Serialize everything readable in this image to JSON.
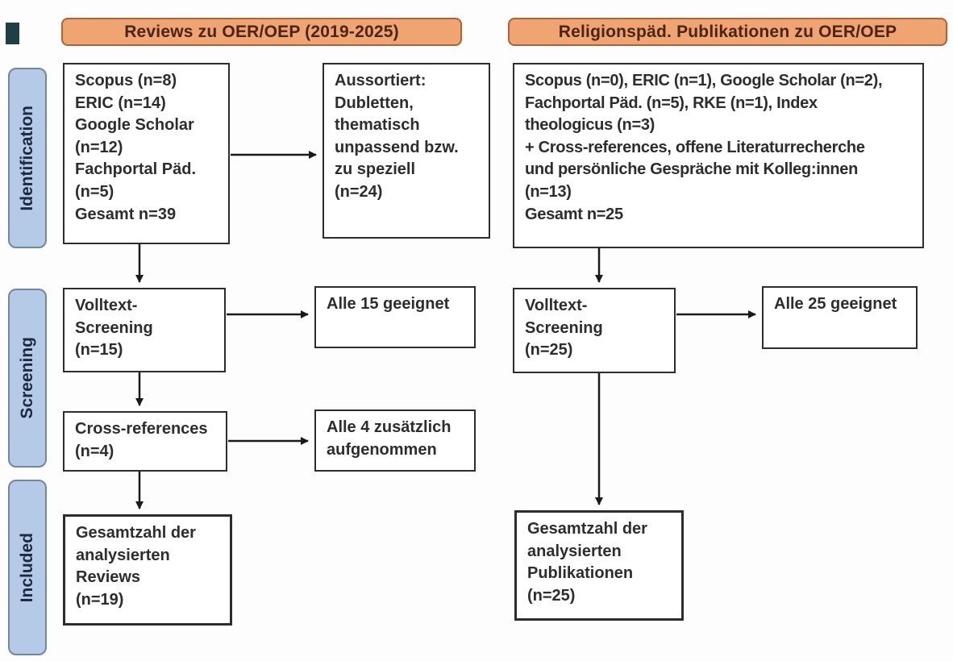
{
  "colors": {
    "header_fill": "#efa471",
    "header_border": "#a8643c",
    "header_text": "#4a2517",
    "stage_fill": "#b5cae7",
    "stage_border": "#70879f",
    "stage_text": "#1c2940",
    "box_border": "#2d2d2d",
    "arrow": "#1a1a1a",
    "corner_mark": "#1c4044"
  },
  "stages": {
    "identification": "Identification",
    "screening": "Screening",
    "included": "Included"
  },
  "columns": {
    "left": {
      "header": "Reviews zu OER/OEP (2019-2025)",
      "identification": "Scopus (n=8)\nERIC (n=14)\nGoogle Scholar\n(n=12)\nFachportal Päd.\n(n=5)\nGesamt n=39",
      "excluded": "Aussortiert:\nDubletten,\nthematisch\nunpassend bzw.\nzu speziell\n(n=24)",
      "screening": "Volltext-\nScreening\n(n=15)",
      "screening_outcome": "Alle 15 geeignet",
      "crossref": "Cross-references\n(n=4)",
      "crossref_outcome": "Alle 4 zusätzlich\naufgenommen",
      "included": "Gesamtzahl der\nanalysierten\nReviews\n(n=19)"
    },
    "right": {
      "header": "Religionspäd. Publikationen zu OER/OEP",
      "identification": "Scopus (n=0), ERIC (n=1), Google Scholar (n=2),\nFachportal Päd. (n=5), RKE (n=1), Index\ntheologicus (n=3)\n+ Cross-references, offene Literaturrecherche\nund persönliche Gespräche mit Kolleg:innen\n(n=13)\nGesamt n=25",
      "screening": "Volltext-\nScreening\n(n=25)",
      "screening_outcome": "Alle 25 geeignet",
      "included": "Gesamtzahl der\nanalysierten\nPublikationen\n(n=25)"
    }
  }
}
